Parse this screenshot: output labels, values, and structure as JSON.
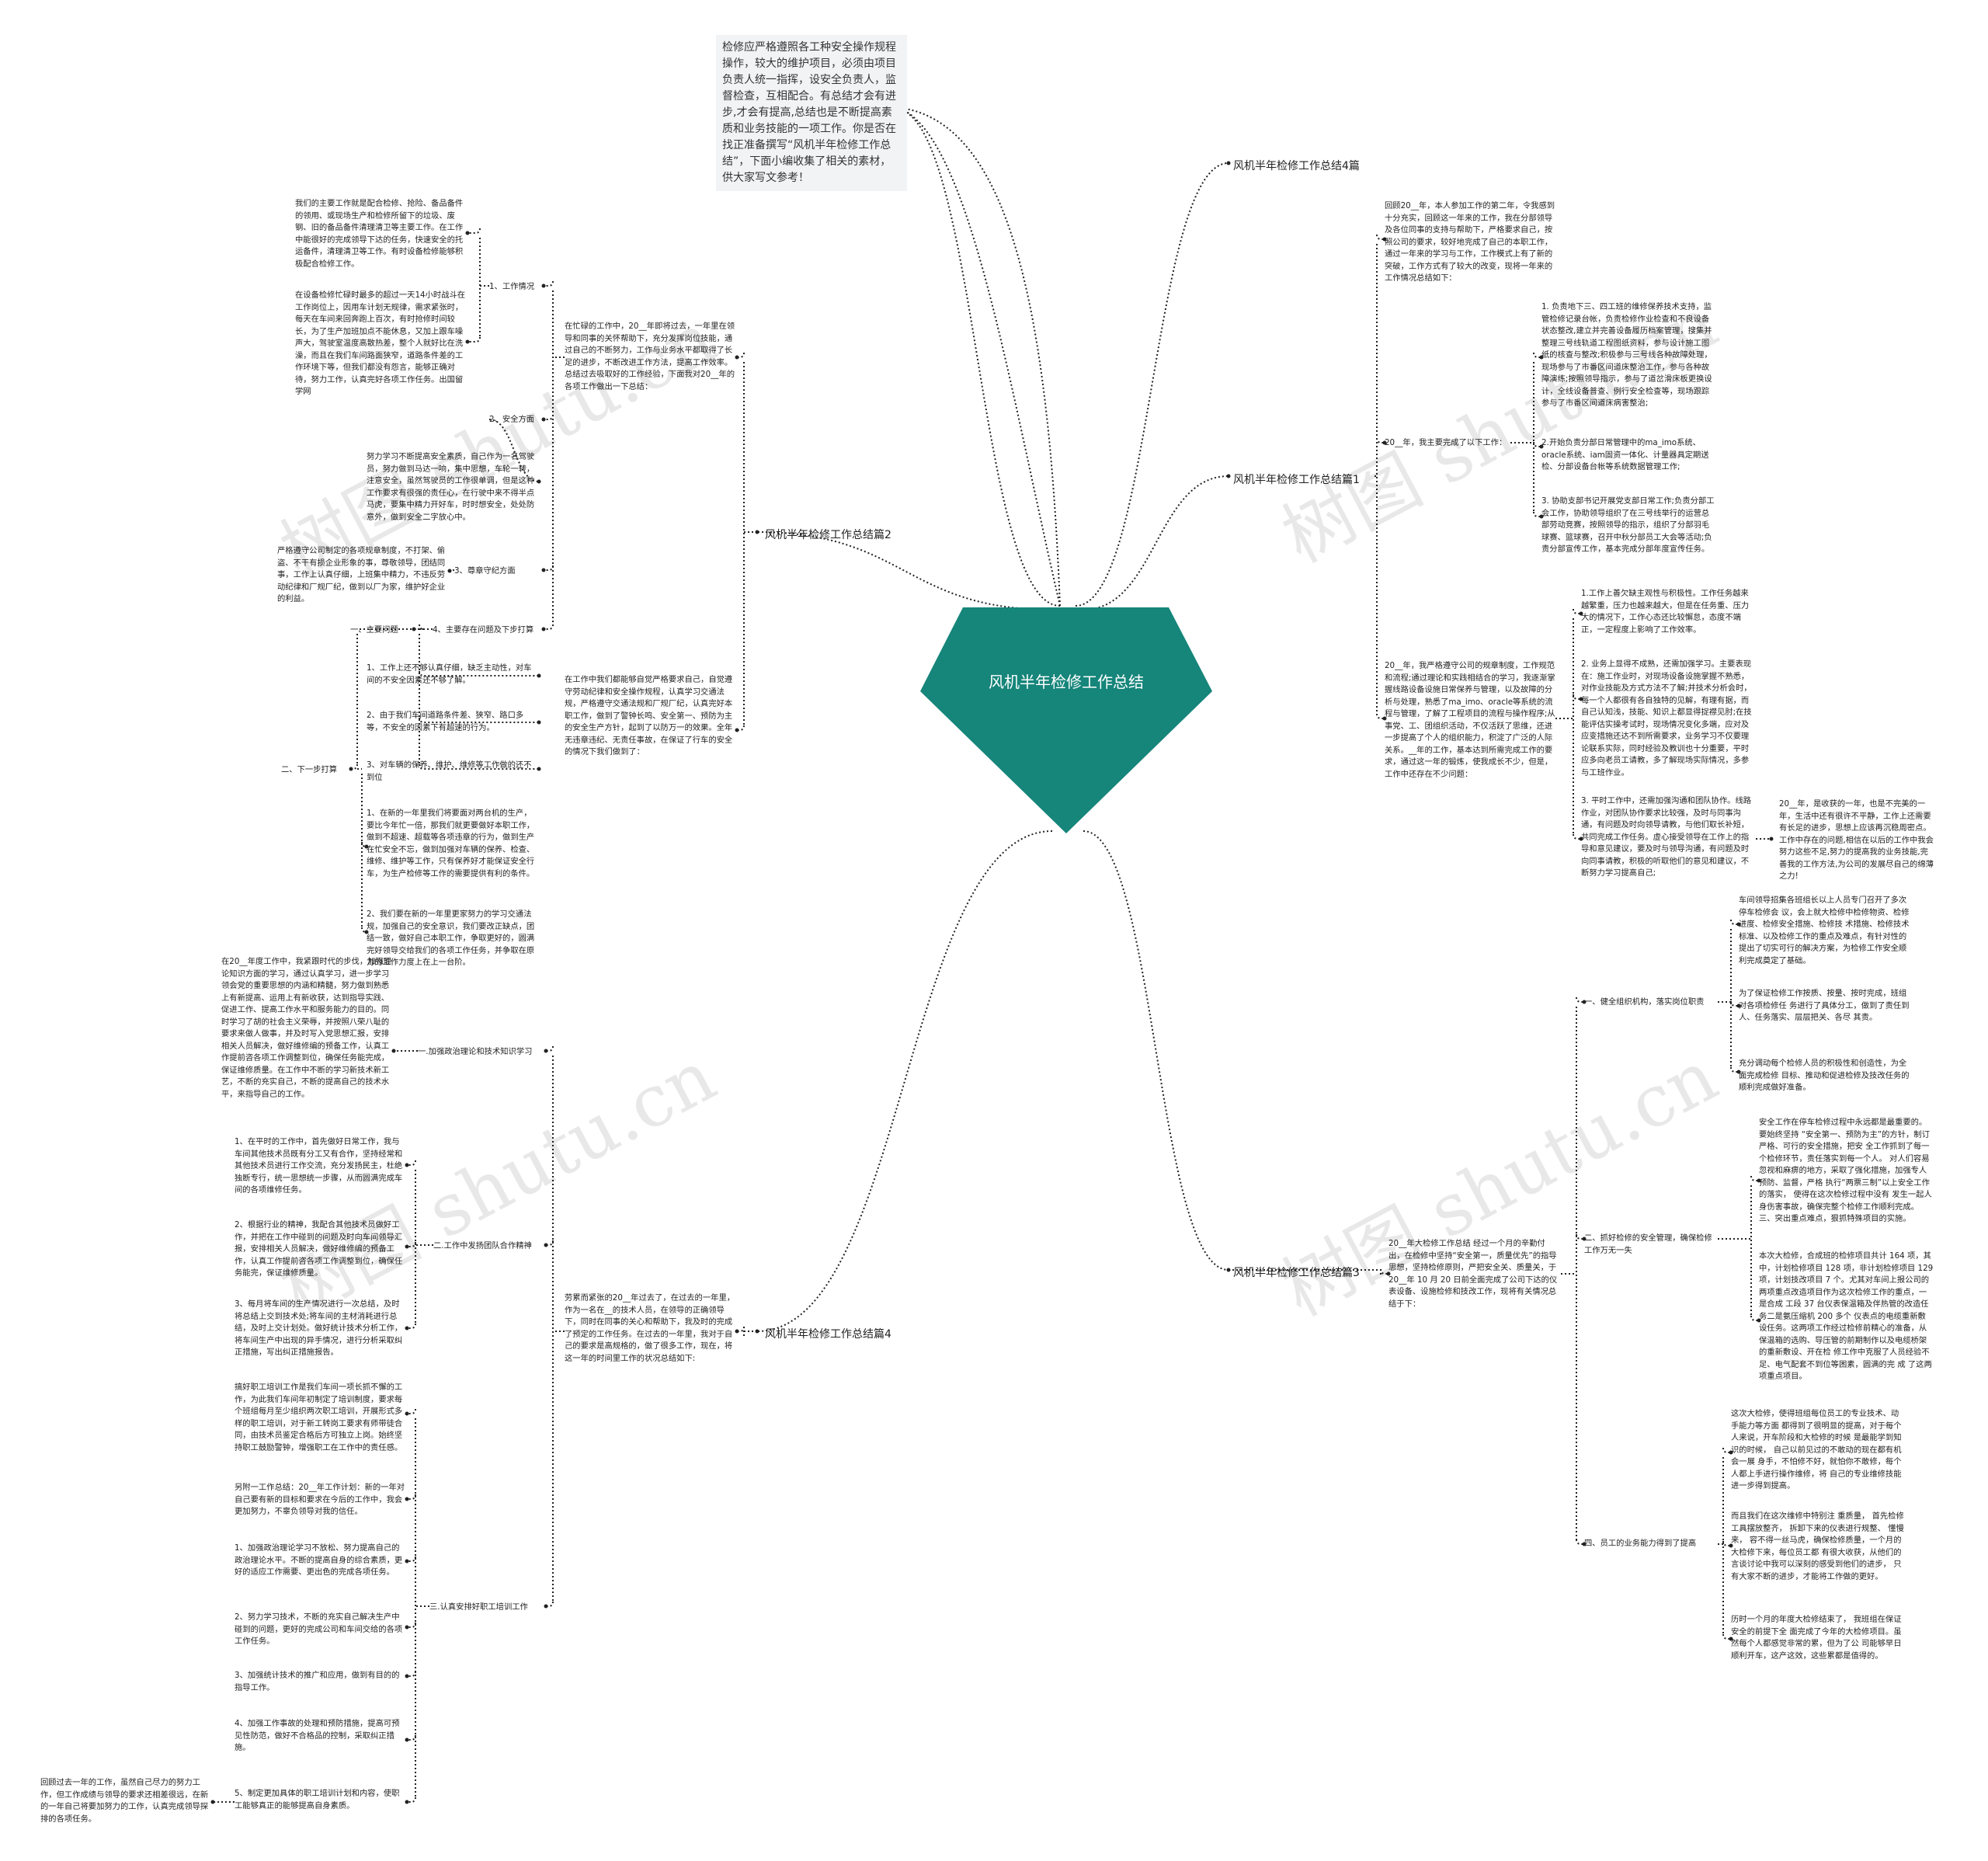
{
  "center": {
    "title": "风机半年检修工作总结",
    "color": "#16857a"
  },
  "intro": "检修应严格遵照各工种安全操作规程操作，较大的维护项目，必须由项目负责人统一指挥，设安全负责人，监督检查，互相配合。有总结才会有进步,才会有提高,总结也是不断提高素质和业务技能的一项工作。你是否在找正准备撰写“风机半年检修工作总结”，下面小编收集了相关的素材，供大家写文参考！",
  "branches": {
    "b4": "风机半年检修工作总结4篇",
    "b1": "风机半年检修工作总结篇1",
    "b2": "风机半年检修工作总结篇2",
    "b3": "风机半年检修工作总结篇3",
    "b4p": "风机半年检修工作总结篇4"
  },
  "p1": {
    "intro": "回顾20__年，本人参加工作的第二年，令我感到十分充实，回顾这一年来的工作，我在分部领导及各位同事的支持与帮助下，严格要求自己，按照公司的要求，较好地完成了自己的本职工作，通过一年来的学习与工作，工作模式上有了新的突破，工作方式有了较大的改变，现将一年来的工作情况总结如下：",
    "done": "20__年，我主要完成了以下工作：",
    "d1": "1. 负责地下三、四工班的维修保养技术支持，监管检修记录台帐，负责检修作业检查和不良设备状态整改,建立并完善设备履历档案管理，搜集并整理三号线轨道工程图纸资料，参与设计施工图纸的核查与整改;积极参与三号线各种故障处理，现场参与了市番区间道床整治工作，参与各种故障演练;按照领导指示，参与了道岔滑床板更换设计，全线设备普查、例行安全检查等，现场跟踪参与了市番区间道床病害整治;",
    "d2": "2.开始负责分部日常管理中的ma_imo系统、oracle系统、iam固资一体化、计量器具定期送检、分部设备台帐等系统数据管理工作;",
    "d3": "3. 协助支部书记开展党支部日常工作;负责分部工会工作，协助领导组织了在三号线举行的运营总部劳动竞赛，按照领导的指示，组织了分部羽毛球赛、篮球赛，召开中秋分部员工大会等活动;负责分部宣传工作，基本完成分部年度宣传任务。",
    "self": "20__年，我严格遵守公司的规章制度，工作规范和流程;通过理论和实践相结合的学习，我逐渐掌握线路设备设施日常保养与管理，以及故障的分析与处理，熟悉了ma_imo、oracle等系统的流程与管理，了解了工程项目的流程与操作程序;从事党、工、团组织活动，不仅活跃了思维，还进一步提高了个人的组织能力，积淀了广泛的人际关系。__年的工作，基本达到所需完成工作的要求，通过这一年的锻炼，使我成长不少，但是，工作中还存在不少问题：",
    "s1": "1.工作上善欠缺主观性与积极性。工作任务越来越繁重，压力也越来越大，但是在任务重、压力大的情况下，工作心态还比较懈怠，态度不端正，一定程度上影响了工作效率。",
    "s2": "2. 业务上显得不成熟，还需加强学习。主要表现在：施工作业时，对现场设备设施掌握不熟悉，对作业技能及方式方法不了解;并技术分析会时，每一个人都很有各自独特的见解，有理有据，而自己认知浅，技能、知识上都显得捉襟见肘;在技能评估实操考试时，现场情况变化多端，应对及应变措施还达不到所需要求，业务学习不仅要理论联系实际，同时经验及教训也十分重要，平时应多向老员工请教，多了解现场实际情况，多参与工班作业。",
    "s3": "3. 平时工作中，还需加强沟通和团队协作。线路作业，对团队协作要求比较强，及时与同事沟通，有问题及时向领导请教，与他们取长补短，共同完成工作任务。虚心接受领导在工作上的指导和意见建议，要及时与领导沟通，有问题及时向同事请教，积极的听取他们的意见和建议，不断努力学习提高自己;",
    "s3sub": "20__年，是收获的一年，也是不完美的一年，生活中还有很许不平静，工作上还需要有长足的进步，思想上应该再沉稳周密点。工作中存在的问题,相信在以后的工作中我会努力这些不足,努力的提高我的业务技能,完善我的工作方法,为公司的发展尽自己的绵薄之力!"
  },
  "p2": {
    "intro": "在忙碌的工作中，20__年即将过去，一年里在领导和同事的关怀帮助下，充分发挥岗位技能，通过自己的不断努力，工作与业务水平都取得了长足的进步，不断改进工作方法，提高工作效率。总结过去吸取好的工作经验，下面我对20__年的各项工作做出一下总结：",
    "k1": "1、工作情况",
    "k1a": "我们的主要工作就是配合检修、抢险、备品备件的领用、或现场生产和检修所留下的垃圾、废钢、旧的备品备件清理清卫等主要工作。在工作中能很好的完成领导下达的任务，快速安全的托运备件，清理清卫等工作。有时设备检修能够积极配合检修工作。",
    "k1b": "在设备检修忙碌时最多的超过一天14小时战斗在工作岗位上，因用车计划无规律，需求紧张时，每天在车间来回奔跑上百次，有时抢修时间较长，为了生产加班加点不能休息，又加上跟车噪声大，驾驶室温度高散热差，整个人就好比在洗澡，而且在我们车间路面狭窄，道路条件差的工作环境下等，但我们都没有怨言，能够正确对待，努力工作，认真完好各项工作任务。出国留学网",
    "k2": "2、安全方面",
    "k2a": "努力学习不断提高安全素质，自己作为一名驾驶员，努力做到马达一响，集中思想，车轮一转，注意安全，虽然驾驶员的工作很单调，但是这种工作要求有很强的责任心，在行驶中来不得半点马虎，要集中精力开好车，时时想安全，处处防意外，做到安全二字放心中。",
    "k2safe": "在工作中我们都能够自觉严格要求自己，自觉遵守劳动纪律和安全操作规程，认真学习交通法规，严格遵守交通法规和厂规厂纪，认真完好本职工作，做到了警钟长鸣、安全第一、预防为主的安全生产方针，起到了以防万一的效果。全年无违章违纪、无责任事故，在保证了行车的安全的情况下我们做到了：",
    "k3": "3、尊章守纪方面",
    "k3a": "严格遵守公司制定的各项规章制度，不打架、偷盗、不干有损企业形象的事，尊敬领导，团结同事，工作上认真仔细，上班集中精力，不违反劳动纪律和厂规厂纪，做到以厂为家，维护好企业的利益。",
    "k4": "4、主要存在问题及下步打算",
    "m1": "一、主要问题",
    "m1a": "1、工作上还不够认真仔细，缺乏主动性，对车间的不安全因素还不够了解。",
    "m1b": "2、由于我们车间道路条件差、狭窄、路口多等，不安全的因素下有超速的行为。",
    "m1c": "3、对车辆的保养、维护、维修等工作做的还不到位",
    "m2": "二、下一步打算",
    "m2a": "1、在新的一年里我们将要面对两台机的生产，要比今年忙一倍，那我们就更要做好本职工作，做到不超速、超载等各项违章的行为，做到生产在忙安全不忘，做到加强对车辆的保养、检查、维修、维护等工作，只有保养好才能保证安全行车，为生产检修等工作的需要提供有利的条件。",
    "m2b": "2、我们要在新的一年里更家努力的学习交通法规，加强自己的安全意识，我们要改正缺点，团结一致，做好自己本职工作，争取更好的，圆满完好领导交给我们的各项工作任务，并争取在原力的工作力度上在上一台阶。"
  },
  "p3": {
    "intro": "20__年大检修工作总结 经过一个月的辛勤付出，在检修中坚持“安全第一，质量优先”的指导思想，坚持检修原则，严把安全关、质量关，于 20__年 10 月 20 日前全面完成了公司下达的仪表设备、设施检修和技改工作，现将有关情况总结于下：",
    "t1": "一、健全组织机构，落实岗位职责",
    "t1a": "车间领导招集各班组长以上人员专门召开了多次停车检修会 议，会上就大检修中检修物资、检修进度、检修安全措施、检修技 术措施、检修技术标准、以及检修工作的重点及难点，有针对性的 提出了切实可行的解决方案，为检修工作安全顺利完成奠定了基础。",
    "t1b": "为了保证检修工作按质、按量、按时完成，班组对各项检修任 务进行了具体分工，做到了责任到人、任务落实、层层把关、各尽 其责。",
    "t1c": "充分调动每个检修人员的积极性和创造性，为全面完成检修 目标、推动和促进检修及技改任务的顺利完成做好准备。",
    "t2": "二、抓好检修的安全管理，确保检修工作万无一失",
    "t2a": "安全工作在停车检修过程中永远都是最重要的。要始终坚持 “安全第一、预防为主”的方针，制订严格、可行的安全措施，把安 全工作抓到了每一个检修环节，责任落实到每一个人。 对人们容易 忽视和麻痹的地方，采取了强化措施，加强专人预防、监督，严格 执行“两票三制”以上安全工作的落实， 使得在这次检修过程中没有 发生一起人身伤害事故，确保完整个检修工作顺利完成。 三、突出重点难点，狠抓特殊项目的实施。",
    "t2b": "本次大检修，合成班的检修项目共计 164 项，其中，计划检修项目 128 项，非计划检修项目 129 项，计划技改项目 7 个。尤其对车间上报公司的两项重点改造项目作为这次检修工作的重点，一是合成 工段 37 台仪表保温箱及伴热管的改造任务二是氨压缩机 200 多个 仪表点的电缆重新敷设任务。这两项工作经过检修前精心的准备，从 保温箱的选购、导压管的前期制作以及电缆桥架的重新敷设、开在检 修工作中克服了人员经验不足、电气配套不到位等困素，圆满的完 成 了这两项重点项目。",
    "t4": "四、员工的业务能力得到了提高",
    "t4a": "这次大检修，使得班组每位员工的专业技术、动手能力等方面 都得到了很明显的提高，对于每个人来说，开车阶段和大检修的时候 是最能学到知识的时候， 自己以前见过的不敢动的现在都有机会一展 身手，不怕修不好，就怕你不敢修，每个人都上手进行操作维修，将 自己的专业维修技能进一步得到提高。",
    "t4b": "而且我们在这次维修中特别注 重质量， 首先检修工具摆放整齐， 拆卸下来的仪表进行规整、 懂慢来， 容不得一丝马虎，确保检修质量，一个月的大检修下来，每位员工都 有很大收获，从他们的言谈讨论中我可以深刻的感受到他们的进步， 只有大家不断的进步，才能将工作做的更好。",
    "t4c": "历时一个月的年度大检修结束了， 我班组在保证安全的前提下全 面完成了今年的大检修项目。虽然每个人都感觉非常的累，但为了公 司能够早日顺利开车，这产这效，这些累都是值得的。"
  },
  "p4": {
    "intro": "劳累而紧张的20__年过去了，在过去的一年里，作为一名在__的技术人员，在领导的正确领导下，同时在同事的关心和帮助下，我及时的完成了预定的工作任务。在过去的一年里，我对于自己的要求是高规格的，做了很多工作，现在，将这一年的时间里工作的状况总结如下:",
    "a1": "一.加强政治理论和技术知识学习",
    "a1a": "在20__年度工作中，我紧跟时代的步伐，加强理论知识方面的学习，通过认真学习，进一步学习领会党的重要思想的内涵和精髓，努力做到熟悉上有新提高、运用上有新收获，达到指导实践、促进工作、提高工作水平和服务能力的目的。同时学习了胡的社会主义荣辱，并按照八荣八耻的要求来做人做事，并及时写入党思想汇报，安排相关人员解决，做好维修编的预备工作，认真工作提前咨各项工作调整到位，确保任务能完成，保证维修质量。在工作中不断的学习新技术新工艺，不断的充实自己，不断的提高自己的技术水平，来指导自己的工作。",
    "a2": "二.工作中发扬团队合作精神",
    "a2a": "1、在平时的工作中，首先做好日常工作，我与车间其他技术员既有分工又有合作，坚持经常和其他技术员进行工作交流，充分发扬民主，杜绝独断专行，统一思想统一步骤，从而圆满完成车间的各项维修任务。",
    "a2b": "2、根据行业的精神，我配合其他技术员做好工作，并把在工作中碰到的问题及时向车间领导汇报，安排相关人员解决，做好维修编的预备工作，认真工作提前咨各项工作调整到位，确保任务能完，保证维修质量。",
    "a2c": "3、每月将车间的生产情况进行一次总结，及时将总结上交到技术处;将车间的主材消耗进行总结，及时上交计划处。做好统计技术分析工作，将车间生产中出现的异手情况，进行分析采取纠正措施，写出纠正措施报告。",
    "a3": "三.认真安排好职工培训工作",
    "a3a": "搞好职工培训工作是我们车间一项长抓不懈的工作，为此我们车间年初制定了培训制度，要求每个班组每月至少组织两次职工培训，开展形式多样的职工培训，对于新工转岗工要求有师带徒合同，由技术员鉴定合格后方可独立上岗。始终坚持职工鼓励警钟，增强职工在工作中的责任感。",
    "a3b": "另附一工作总结：20__年工作计划：新的一年对自己要有新的目标和要求在今后的工作中，我会更加努力，不辜负领导对我的信任。",
    "a3c": "1、加强政治理论学习不放松、努力提高自己的政治理论水平。不断的提高自身的综合素质，更好的适应工作需要、更出色的完成各项任务。",
    "a3d": "2、努力学习技术，不断的充实自己解决生产中碰到的问题，更好的完成公司和车间交给的各项工作任务。",
    "a3e": "3、加强统计技术的推广和应用，做到有目的的指导工作。",
    "a3f": "4、加强工作事故的处理和预防措施，提高可预见性防范，做好不合格品的控制，采取纠正措施。",
    "a3g": "5、制定更加具体的职工培训计划和内容，使职工能够真正的能够提高自身素质。",
    "a3h": "回顾过去一年的工作，虽然自己尽力的努力工作，但工作成绩与领导的要求还相差很远，在新的一年自己将要加努力的工作，认真完成领导探排的各项任务。"
  },
  "watermark": "树图 shutu.cn"
}
